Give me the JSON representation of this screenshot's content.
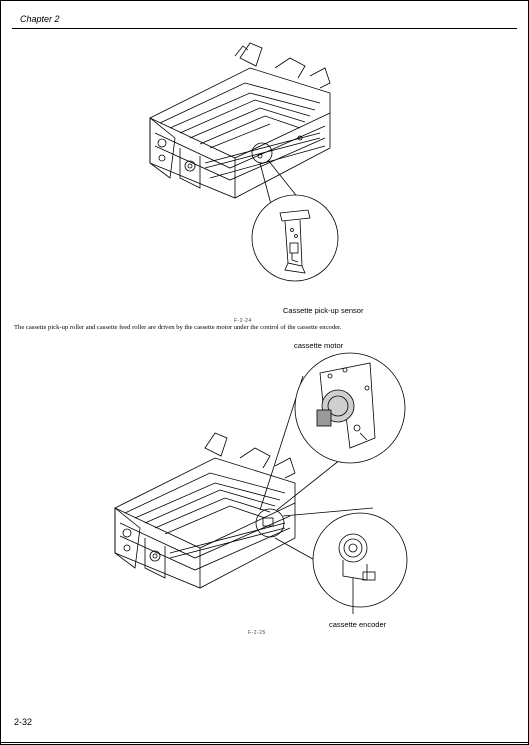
{
  "header": {
    "chapter": "Chapter 2"
  },
  "figure1": {
    "number": "F-2-24",
    "callout": "Cassette pick-up sensor"
  },
  "body": {
    "paragraph": "The cassette pick-up roller and cassette feed roller are driven by the cassette motor under the control of the cassette encoder."
  },
  "figure2": {
    "number": "F-2-25",
    "callout_motor": "cassette motor",
    "callout_encoder": "cassette encoder"
  },
  "footer": {
    "page": "2-32"
  }
}
